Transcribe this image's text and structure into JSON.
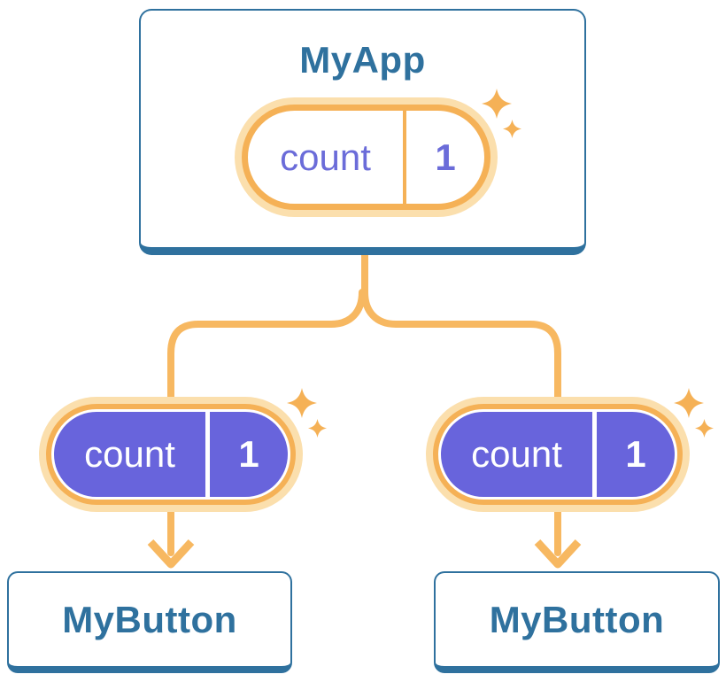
{
  "diagram": {
    "root": {
      "title": "MyApp",
      "state_pill": {
        "label": "count",
        "value": "1"
      }
    },
    "children": [
      {
        "title": "MyButton",
        "prop_pill": {
          "label": "count",
          "value": "1"
        }
      },
      {
        "title": "MyButton",
        "prop_pill": {
          "label": "count",
          "value": "1"
        }
      }
    ]
  },
  "colors": {
    "component_blue": "#2F719E",
    "connector_orange": "#F7B861",
    "pill_ring_orange": "#F5B156",
    "pill_halo_orange": "#FBDFAD",
    "prop_purple": "#6864DC",
    "state_text_indigo": "#6B6CD9",
    "background": "#FFFFFF"
  },
  "icons": {
    "sparkle": "four-point star",
    "arrow": "downward chevron arrow"
  }
}
